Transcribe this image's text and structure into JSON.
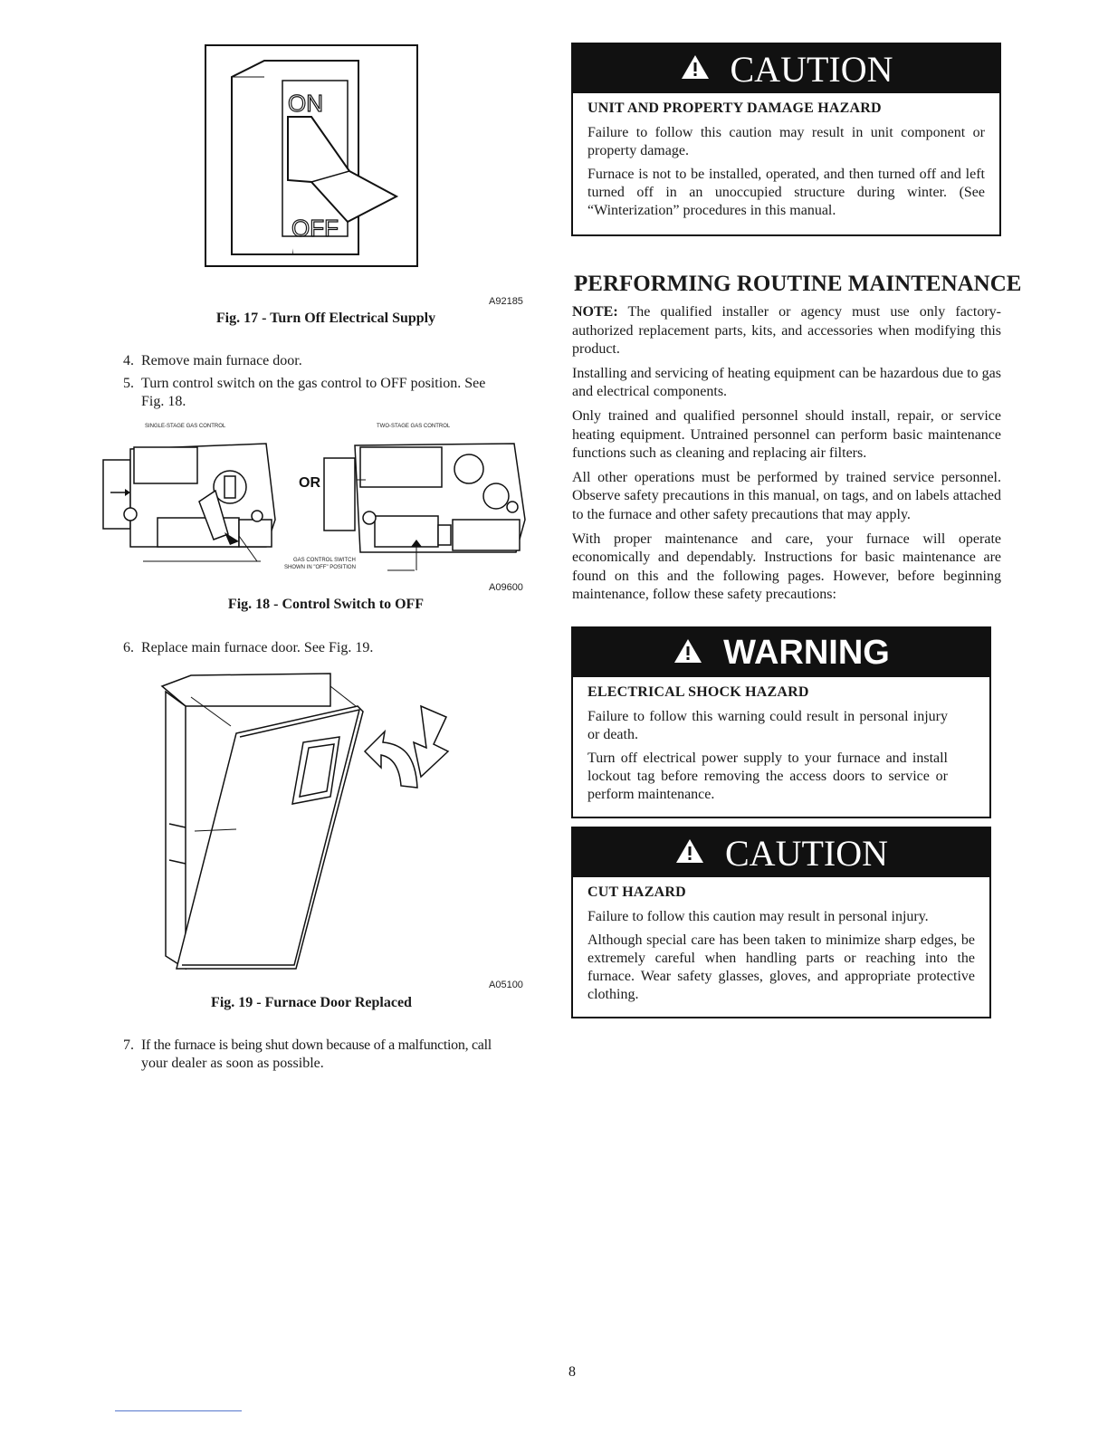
{
  "left": {
    "fig17": {
      "code": "A92185",
      "caption": "Fig. 17 - Turn Off Electrical Supply",
      "switch_on": "ON",
      "switch_off": "OFF"
    },
    "steps_a": [
      {
        "num": "4.",
        "text": "Remove main furnace door."
      },
      {
        "num": "5.",
        "text": "Turn control switch on the gas control to OFF position. See",
        "cont": "Fig. 18."
      }
    ],
    "fig18": {
      "label_single": "SINGLE-STAGE GAS CONTROL",
      "label_two": "TWO-STAGE GAS CONTROL",
      "or_text": "OR",
      "callout_line1": "GAS CONTROL SWITCH",
      "callout_line2": "SHOWN IN \"OFF\" POSITION",
      "code": "A09600",
      "caption": "Fig. 18 - Control Switch to OFF"
    },
    "step_6": {
      "num": "6.",
      "text": "Replace main furnace door. See Fig. 19."
    },
    "fig19": {
      "code": "A05100",
      "caption": "Fig. 19 - Furnace Door Replaced"
    },
    "step_7": {
      "num": "7.",
      "line1": "If the furnace is being shut down because of a malfunction, call",
      "line2": "your dealer as soon as possible."
    }
  },
  "right": {
    "caution1": {
      "title": "CAUTION",
      "hazard": "UNIT AND PROPERTY DAMAGE HAZARD",
      "p1": "Failure to follow this caution may result in unit component or property damage.",
      "p2": "Furnace is not to be installed, operated, and then turned off and left turned off in an unoccupied structure during winter. (See “Winterization” procedures in this manual."
    },
    "section_title": "PERFORMING ROUTINE MAINTENANCE",
    "note_label": "NOTE:",
    "note_text": "The qualified installer or agency must use only factory-authorized replacement parts, kits, and accessories when modifying this product.",
    "paras": [
      "Installing and servicing of heating equipment can be hazardous due to gas and electrical components.",
      "Only trained and qualified personnel should install, repair, or service heating equipment. Untrained personnel can perform basic maintenance functions such as cleaning and replacing air filters.",
      "All other operations must be performed by trained service personnel. Observe safety precautions in this manual, on tags, and on labels attached to the furnace and other safety precautions that may apply.",
      "With proper maintenance and care, your furnace will operate economically and dependably. Instructions for basic maintenance are found on this and the following pages. However, before beginning maintenance, follow these safety precautions:"
    ],
    "warning": {
      "title": "WARNING",
      "hazard": "ELECTRICAL SHOCK HAZARD",
      "p1": "Failure to follow this warning could result in personal injury or death.",
      "p2": "Turn off electrical power supply to your furnace and install lockout tag before removing the access doors to service or perform maintenance."
    },
    "caution2": {
      "title": "CAUTION",
      "hazard": "CUT HAZARD",
      "p1": "Failure to follow this caution may result in personal injury.",
      "p2": "Although special care has been taken to minimize sharp edges, be extremely careful when handling parts or reaching into the furnace. Wear safety glasses, gloves, and appropriate protective clothing."
    }
  },
  "page_number": "8"
}
